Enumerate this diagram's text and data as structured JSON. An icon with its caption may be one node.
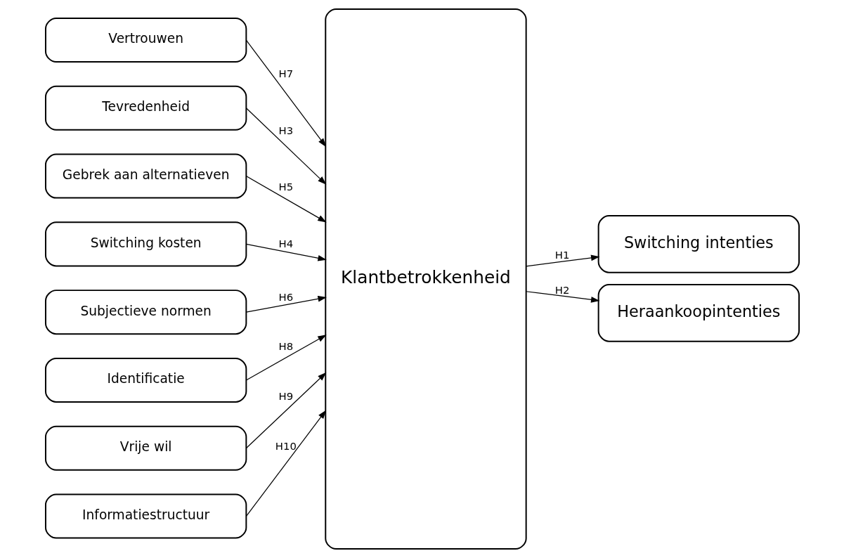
{
  "diagram": {
    "nodes": [
      {
        "text": [
          "Vertrouwen"
        ]
      },
      {
        "text": [
          "Tevredenheid"
        ]
      },
      {
        "text": [
          "Gebrek aan alternatieven"
        ]
      },
      {
        "text": [
          "Switching kosten"
        ]
      },
      {
        "text": [
          "Subjectieve normen"
        ]
      },
      {
        "text": [
          "Identificatie"
        ]
      },
      {
        "text": [
          "Vrije wil"
        ]
      },
      {
        "text": [
          "Informatiestructuur"
        ]
      },
      {
        "text": [
          "Klantbetrokkenheid"
        ]
      },
      {
        "text": [
          "Switching intenties"
        ]
      },
      {
        "text": [
          "Heraankoopintenties"
        ]
      }
    ],
    "edges": [
      {
        "from": 0,
        "to": 8,
        "arrow": "to",
        "label": "H7"
      },
      {
        "from": 1,
        "to": 8,
        "arrow": "to",
        "label": "H3"
      },
      {
        "from": 2,
        "to": 8,
        "arrow": "to",
        "label": "H5"
      },
      {
        "from": 3,
        "to": 8,
        "arrow": "to",
        "label": "H4"
      },
      {
        "from": 4,
        "to": 8,
        "arrow": "to",
        "label": "H6"
      },
      {
        "from": 5,
        "to": 8,
        "arrow": "to",
        "label": "H8"
      },
      {
        "from": 6,
        "to": 8,
        "arrow": "to",
        "label": "H9"
      },
      {
        "from": 7,
        "to": 8,
        "arrow": "to",
        "label": "H10"
      },
      {
        "from": 8,
        "to": 9,
        "arrow": "to",
        "label": "H1"
      },
      {
        "from": 8,
        "to": 10,
        "arrow": "to",
        "label": "H2"
      }
    ]
  }
}
